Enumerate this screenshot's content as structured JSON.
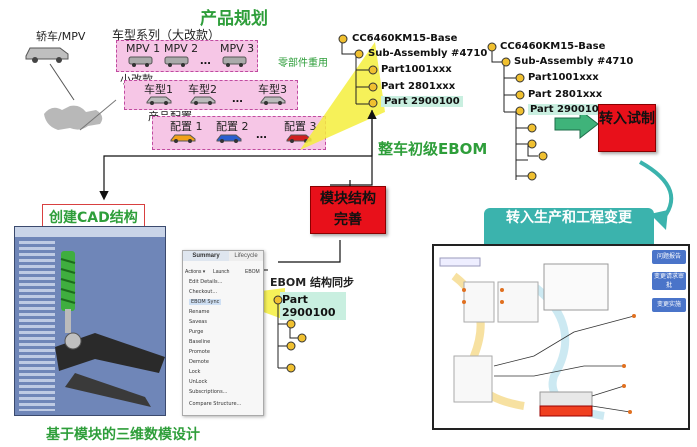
{
  "header": {
    "product_planning": "产品规划",
    "vehicle_type": "轿车/MPV",
    "series_label": "车型系列（大改款）",
    "minor_change": "小改款",
    "config_label": "产品配置",
    "parts_reuse": "零部件重用"
  },
  "mpv_slots": [
    "MPV 1",
    "MPV 2",
    "MPV 3"
  ],
  "model_slots": [
    "车型1",
    "车型2",
    "车型3"
  ],
  "config_slots": [
    "配置 1",
    "配置 2",
    "配置 3"
  ],
  "ellipsis": "...",
  "tree_mid": {
    "root": "CC6460KM15-Base",
    "sub": "Sub-Assembly #4710",
    "parts": [
      "Part1001xxx",
      "Part 2801xxx",
      "Part 2900100"
    ]
  },
  "tree_right": {
    "root": "CC6460KM15-Base",
    "sub": "Sub-Assembly #4710",
    "parts": [
      "Part1001xxx",
      "Part 2801xxx",
      "Part 2900100"
    ]
  },
  "labels": {
    "initial_ebom": "整车初级EBOM",
    "create_cad": "创建CAD结构",
    "module_structure": "模块结构完善",
    "transfer_trial": "转入试制",
    "transfer_production": "转入生产和工程变更",
    "ebom_sync": "EBOM 结构同步",
    "sync_part": "Part 2900100",
    "bottom_caption": "基于模块的三维数模设计"
  },
  "cad_panel": {
    "tabs": [
      "Summary",
      "Lifecycle"
    ],
    "actions_label": "Actions ▾",
    "launch_label": "Launch",
    "ebom_label": "EBOM",
    "menu": [
      "Edit Details...",
      "Checkout...",
      "EBOM Sync",
      "Rename",
      "Saveas",
      "Purge",
      "Baseline",
      "Promote",
      "Demote",
      "Lock",
      "UnLock",
      "Subscriptions...",
      "Compare Structure..."
    ]
  },
  "workflow_buttons": [
    "问题报告",
    "变更请求审批",
    "变更实施"
  ],
  "colors": {
    "green": "#2e9e3a",
    "red": "#e8101a",
    "teal": "#3bb3ad",
    "pink": "#f6c6e6",
    "yellow": "#f4ee3c"
  }
}
